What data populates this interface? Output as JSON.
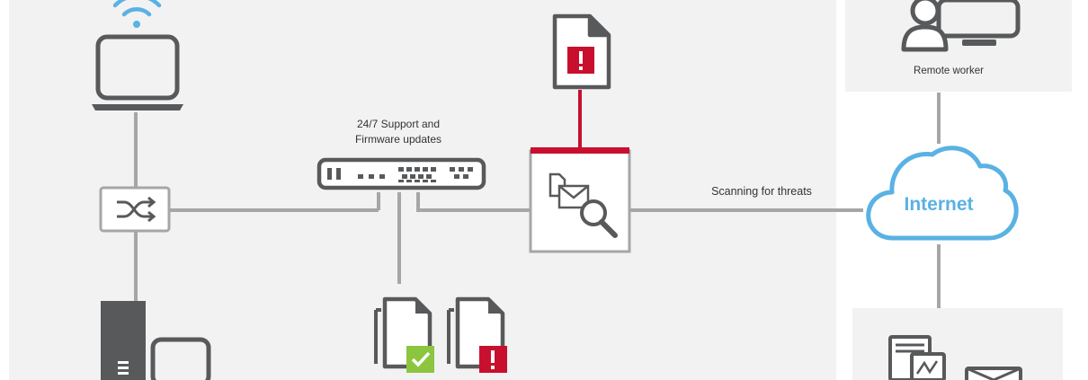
{
  "labels": {
    "support_line1": "24/7 Support and",
    "support_line2": "Firmware updates",
    "scanning": "Scanning for threats",
    "remote_worker": "Remote worker",
    "internet": "Internet"
  },
  "colors": {
    "line_gray": "#a6a6a6",
    "icon_gray": "#58595b",
    "alert_red": "#c8102e",
    "ok_green": "#8cc63f",
    "cloud_blue": "#5ab1e4",
    "panel_bg": "#f2f2f2"
  },
  "icons": [
    "wifi-icon",
    "laptop-icon",
    "network-switch-icon",
    "server-tower-icon",
    "monitor-icon",
    "firewall-appliance-icon",
    "infected-file-icon",
    "email-scan-icon",
    "clean-files-icon",
    "quarantined-files-icon",
    "remote-worker-icon",
    "cloud-icon",
    "server-apps-icon"
  ]
}
